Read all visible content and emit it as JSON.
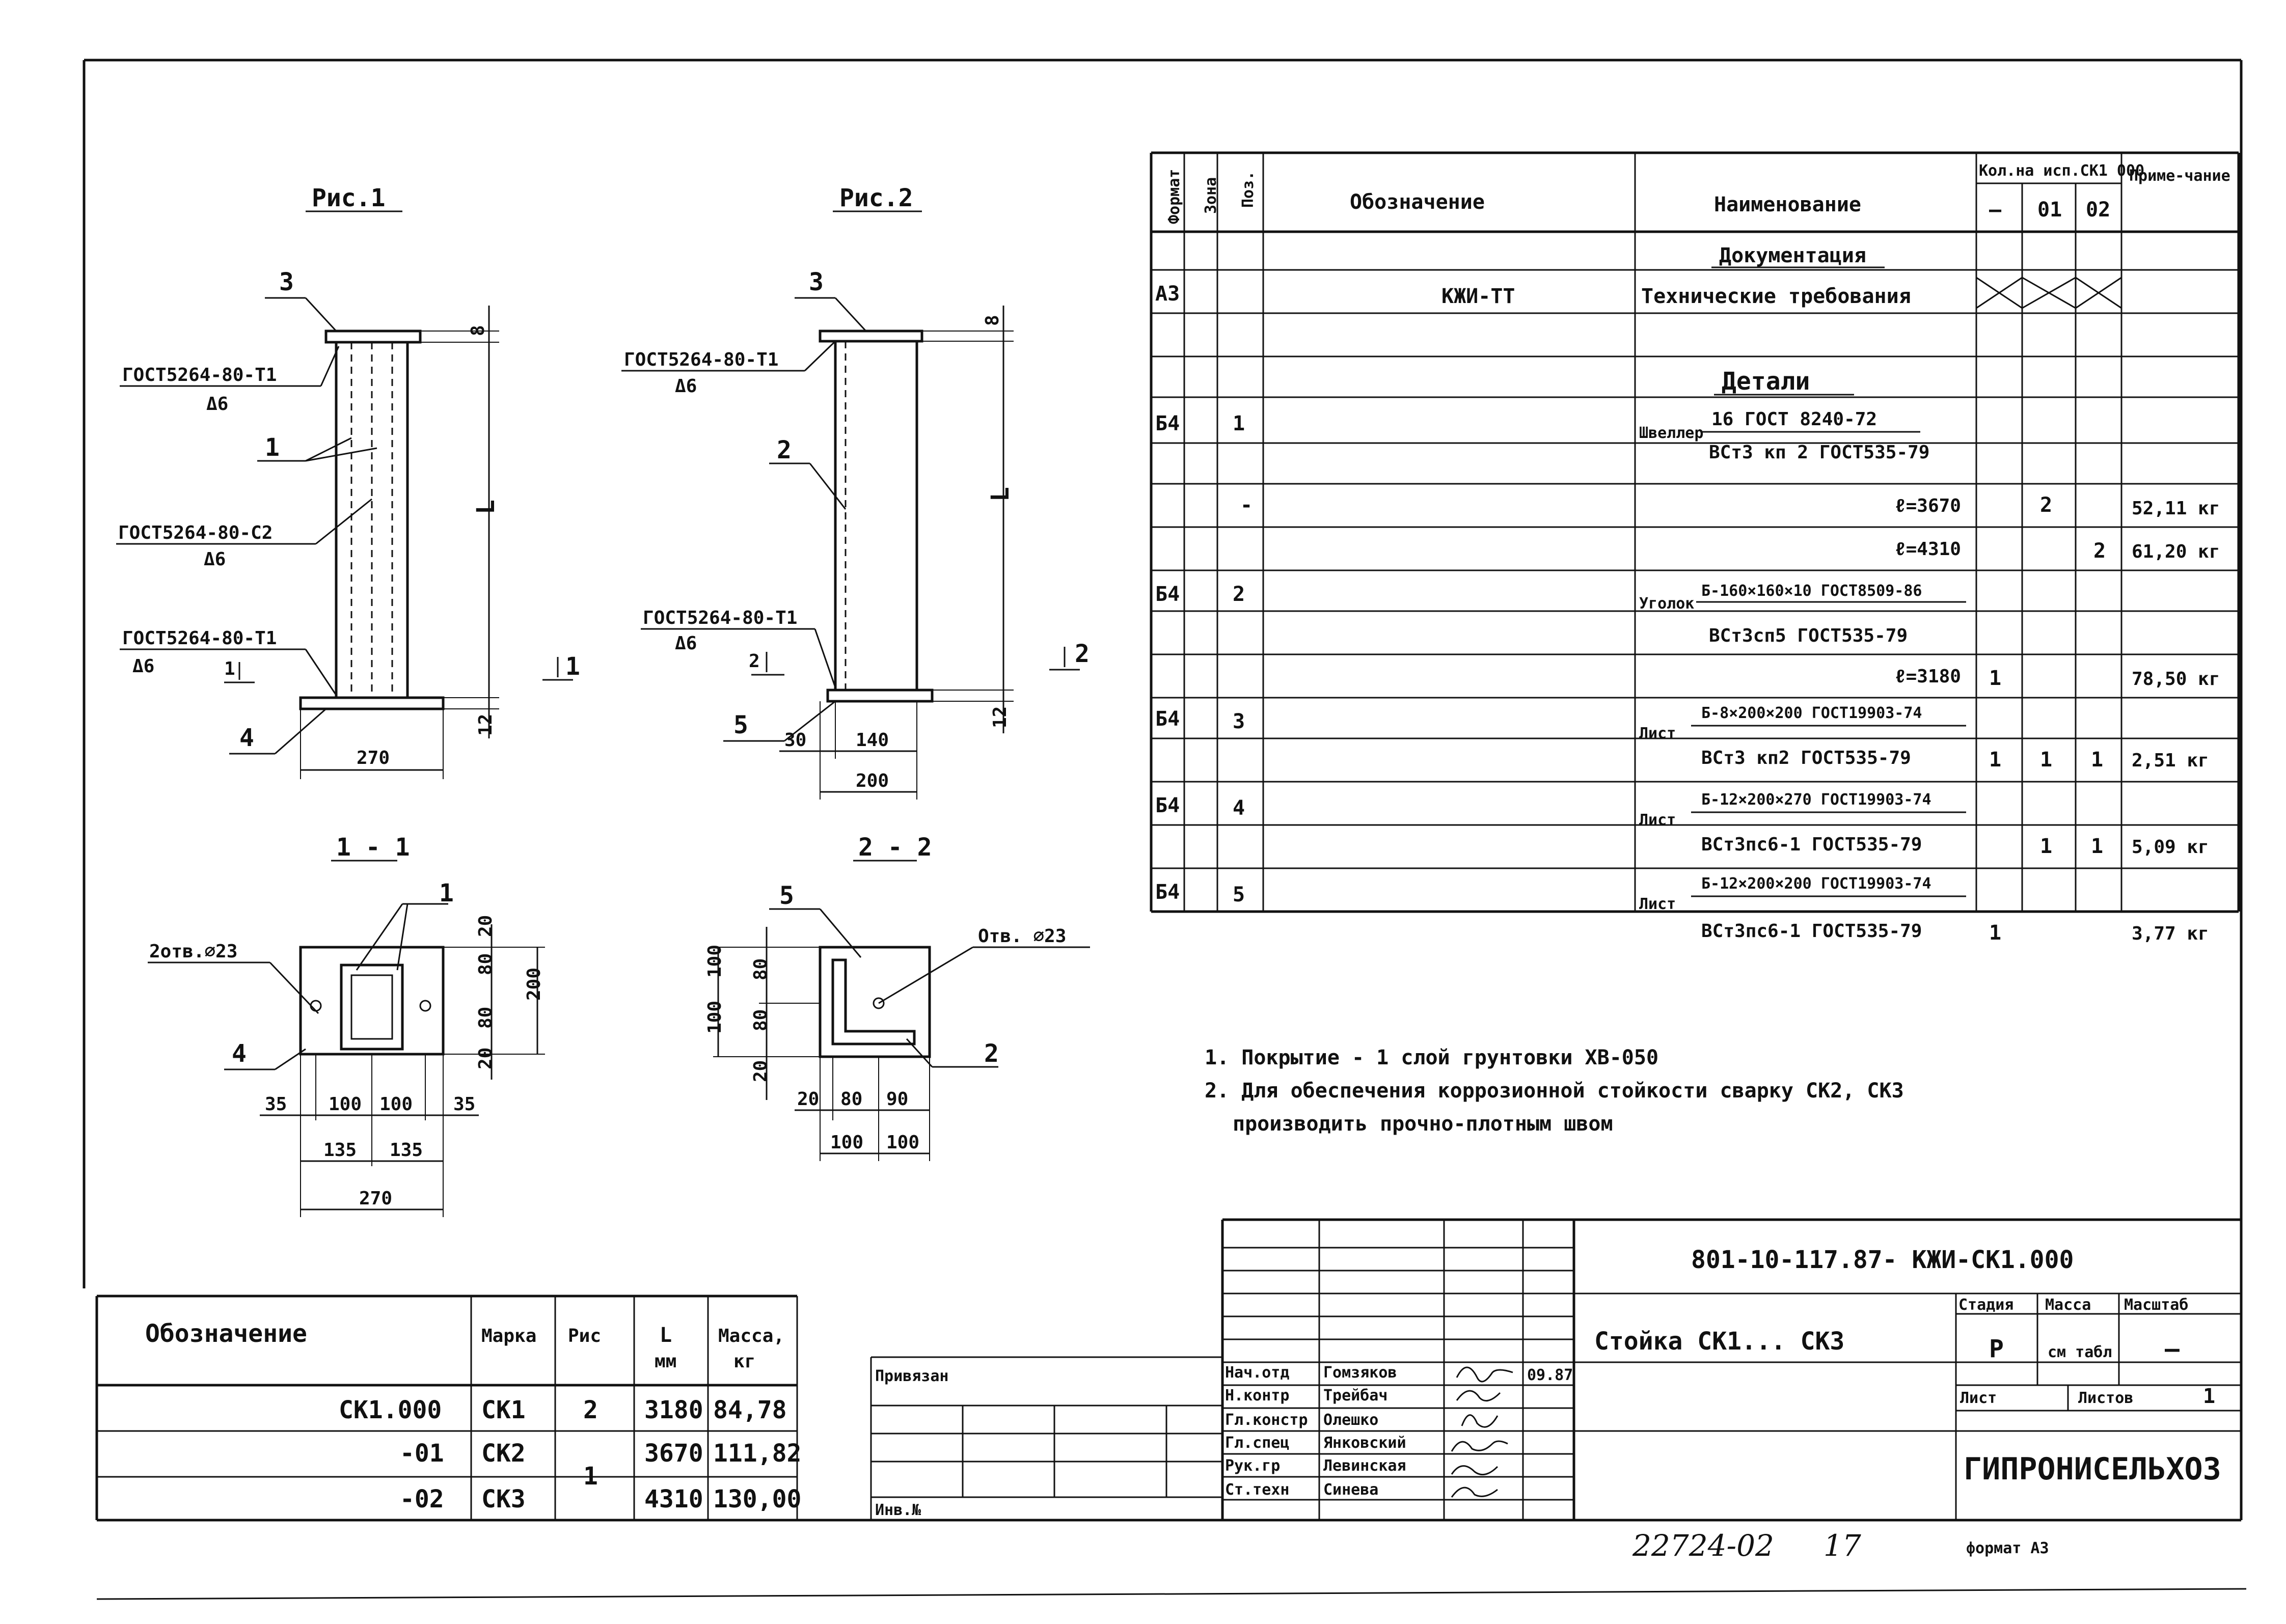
{
  "figures": {
    "fig1_title": "Рис.1",
    "fig2_title": "Рис.2",
    "sec11_title": "1 - 1",
    "sec22_title": "2 - 2",
    "fig1": {
      "pos3": "3",
      "pos1": "1",
      "pos4": "4",
      "weld_top": "ГОСТ5264-80-Т1",
      "weld_top_k": "Δ6",
      "weld_mid": "ГОСТ5264-80-С2",
      "weld_mid_k": "Δ6",
      "weld_bot": "ГОСТ5264-80-Т1",
      "weld_bot_k": "Δ6",
      "cut_mark": "1",
      "dim_top": "8",
      "dim_L": "L",
      "dim_bot": "12",
      "dim_width": "270",
      "view_mark": "1"
    },
    "fig2": {
      "pos3": "3",
      "pos2": "2",
      "pos5": "5",
      "weld_top": "ГОСТ5264-80-Т1",
      "weld_top_k": "Δ6",
      "weld_bot": "ГОСТ5264-80-Т1",
      "weld_bot_k": "Δ6",
      "cut_mark": "2",
      "dim_top": "8",
      "dim_L": "L",
      "dim_bot": "12",
      "dim_30": "30",
      "dim_140": "140",
      "dim_200": "200",
      "view_mark": "2"
    },
    "sec11": {
      "holes": "2отв.⌀23",
      "pos1": "1",
      "pos4": "4",
      "d20a": "20",
      "d80a": "80",
      "d80b": "80",
      "d20b": "20",
      "d200": "200",
      "d35a": "35",
      "d100a": "100",
      "d100b": "100",
      "d35b": "35",
      "d135a": "135",
      "d135b": "135",
      "d270": "270"
    },
    "sec22": {
      "hole": "Отв. ⌀23",
      "pos5": "5",
      "pos2": "2",
      "d100a": "100",
      "d100b": "100",
      "d80a": "80",
      "d80b": "80",
      "d20v": "20",
      "d20h": "20",
      "d80c": "80",
      "d90": "90",
      "d100c": "100",
      "d100d": "100"
    }
  },
  "spec": {
    "headers": {
      "format": "Формат",
      "zone": "Зона",
      "pos": "Поз.",
      "designation": "Обозначение",
      "name": "Наименование",
      "qty_group": "Кол.на исп.СК1 000",
      "qty_dash": "—",
      "qty_01": "01",
      "qty_02": "02",
      "note": "Приме-чание"
    },
    "section_docs": "Документация",
    "doc_row": {
      "format": "А3",
      "designation": "КЖИ-ТТ",
      "name": "Технические требования"
    },
    "section_parts": "Детали",
    "rows": [
      {
        "format": "Б4",
        "pos": "1",
        "name_pre": "Швеллер",
        "name_top": "16 ГОСТ 8240-72",
        "name_bot": "ВСт3 кп 2 ГОСТ535-79"
      },
      {
        "sub": "ℓ=3670",
        "q01": "2",
        "note": "52,11 кг"
      },
      {
        "sub": "ℓ=4310",
        "q02": "2",
        "note": "61,20 кг"
      },
      {
        "format": "Б4",
        "pos": "2",
        "name_pre": "Уголок",
        "name_top": "Б-160×160×10 ГОСТ8509-86",
        "name_bot": "ВСт3сп5 ГОСТ535-79"
      },
      {
        "sub": "ℓ=3180",
        "q00": "1",
        "note": "78,50 кг"
      },
      {
        "format": "Б4",
        "pos": "3",
        "name_pre": "Лист",
        "name_top": "Б-8×200×200 ГОСТ19903-74",
        "name_bot": "ВСт3 кп2 ГОСТ535-79",
        "q00": "1",
        "q01": "1",
        "q02": "1",
        "note": "2,51 кг"
      },
      {
        "format": "Б4",
        "pos": "4",
        "name_pre": "Лист",
        "name_top": "Б-12×200×270 ГОСТ19903-74",
        "name_bot": "ВСт3пс6-1 ГОСТ535-79",
        "q01": "1",
        "q02": "1",
        "note": "5,09 кг"
      },
      {
        "format": "Б4",
        "pos": "5",
        "name_pre": "Лист",
        "name_top": "Б-12×200×200 ГОСТ19903-74",
        "name_bot": "ВСт3пс6-1 ГОСТ535-79",
        "q00": "1",
        "note": "3,77 кг"
      }
    ],
    "stray_dash": "-"
  },
  "notes": [
    "1. Покрытие - 1 слой грунтовки ХВ-050",
    "2. Для обеспечения коррозионной стойкости сварку СК2, СК3",
    "производить прочно-плотным швом"
  ],
  "marks_table": {
    "headers": {
      "designation": "Обозначение",
      "mark": "Марка",
      "fig": "Рис",
      "L": "L",
      "L_unit": "мм",
      "mass": "Масса,",
      "mass_unit": "кг"
    },
    "rows": [
      {
        "designation": "СК1.000",
        "mark": "СК1",
        "fig": "2",
        "L": "3180",
        "mass": "84,78"
      },
      {
        "designation": "-01",
        "mark": "СК2",
        "fig": "1",
        "L": "3670",
        "mass": "111,82"
      },
      {
        "designation": "-02",
        "mark": "СК3",
        "fig": "",
        "L": "4310",
        "mass": "130,00"
      }
    ]
  },
  "binding": {
    "title": "Привязан",
    "inv": "Инв.№"
  },
  "title_block": {
    "code": "801-10-117.87- КЖИ-СК1.000",
    "name": "Стойка СК1... СК3",
    "stage_label": "Стадия",
    "mass_label": "Масса",
    "scale_label": "Масштаб",
    "stage": "Р",
    "mass": "см табл",
    "scale": "—",
    "sheet_label": "Лист",
    "sheets_label": "Листов",
    "sheets": "1",
    "org": "ГИПРОНИСЕЛЬХОЗ",
    "date": "09.87",
    "signatures": [
      {
        "role": "Нач.отд",
        "name": "Гомзяков"
      },
      {
        "role": "Н.контр",
        "name": "Трейбач"
      },
      {
        "role": "Гл.констр",
        "name": "Олешко"
      },
      {
        "role": "Гл.спец",
        "name": "Янковский"
      },
      {
        "role": "Рук.гр",
        "name": "Левинская"
      },
      {
        "role": "Ст.техн",
        "name": "Синева"
      }
    ]
  },
  "footer": {
    "inventory": "22724-02",
    "sheet_no": "17",
    "format": "формат А3"
  }
}
